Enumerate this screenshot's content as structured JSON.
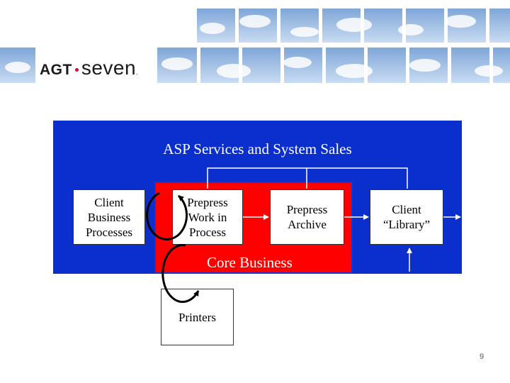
{
  "logo": {
    "brand": "AGT",
    "name": "seven",
    "mark": "."
  },
  "diagram": {
    "title": "ASP Services and System Sales",
    "core_label": "Core Business",
    "boxes": {
      "client_business": "Client\nBusiness\nProcesses",
      "prepress_work": "Prepress\nWork in\nProcess",
      "prepress_archive": "Prepress\nArchive",
      "client_library": "Client\n“Library”",
      "printers": "Printers"
    }
  },
  "colors": {
    "panel": "#0a2fcc",
    "core": "#ff0000",
    "box": "#ffffff",
    "arrow": "#000000"
  },
  "slide": {
    "page_number": "9"
  }
}
